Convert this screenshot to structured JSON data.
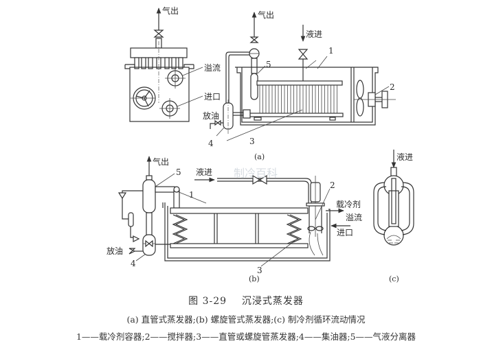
{
  "figure": {
    "number_label": "图 3-29",
    "title": "沉浸式蒸发器",
    "caption_line1": "(a) 直管式蒸发器;(b) 螺旋管式蒸发器;(c) 制冷剂循环流动情况",
    "caption_line2": "1——载冷剂容器;2——搅拌器;3——直管或螺旋管蒸发器;4——集油器;5——气液分离器",
    "watermark": "制冷百科"
  },
  "panel_a": {
    "sublabel": "(a)",
    "labels": {
      "gas_out_left": "气出",
      "gas_out_right": "气出",
      "liquid_in": "液进",
      "overflow": "溢流",
      "inlet": "进口",
      "oil_drain": "放油"
    },
    "callouts": [
      "1",
      "2",
      "3",
      "4",
      "5"
    ]
  },
  "panel_b": {
    "sublabel": "(b)",
    "labels": {
      "gas_out": "气出",
      "liquid_in": "液进",
      "secondary_refrigerant": "载冷剂",
      "overflow": "溢流",
      "inlet": "进口",
      "oil_drain": "放油"
    },
    "callouts": [
      "1",
      "2",
      "3",
      "4",
      "5"
    ]
  },
  "panel_c": {
    "sublabel": "(c)",
    "labels": {
      "liquid_in": "液进"
    }
  },
  "legend": [
    {
      "id": "1",
      "name": "载冷剂容器"
    },
    {
      "id": "2",
      "name": "搅拌器"
    },
    {
      "id": "3",
      "name": "直管或螺旋管蒸发器"
    },
    {
      "id": "4",
      "name": "集油器"
    },
    {
      "id": "5",
      "name": "气液分离器"
    }
  ]
}
